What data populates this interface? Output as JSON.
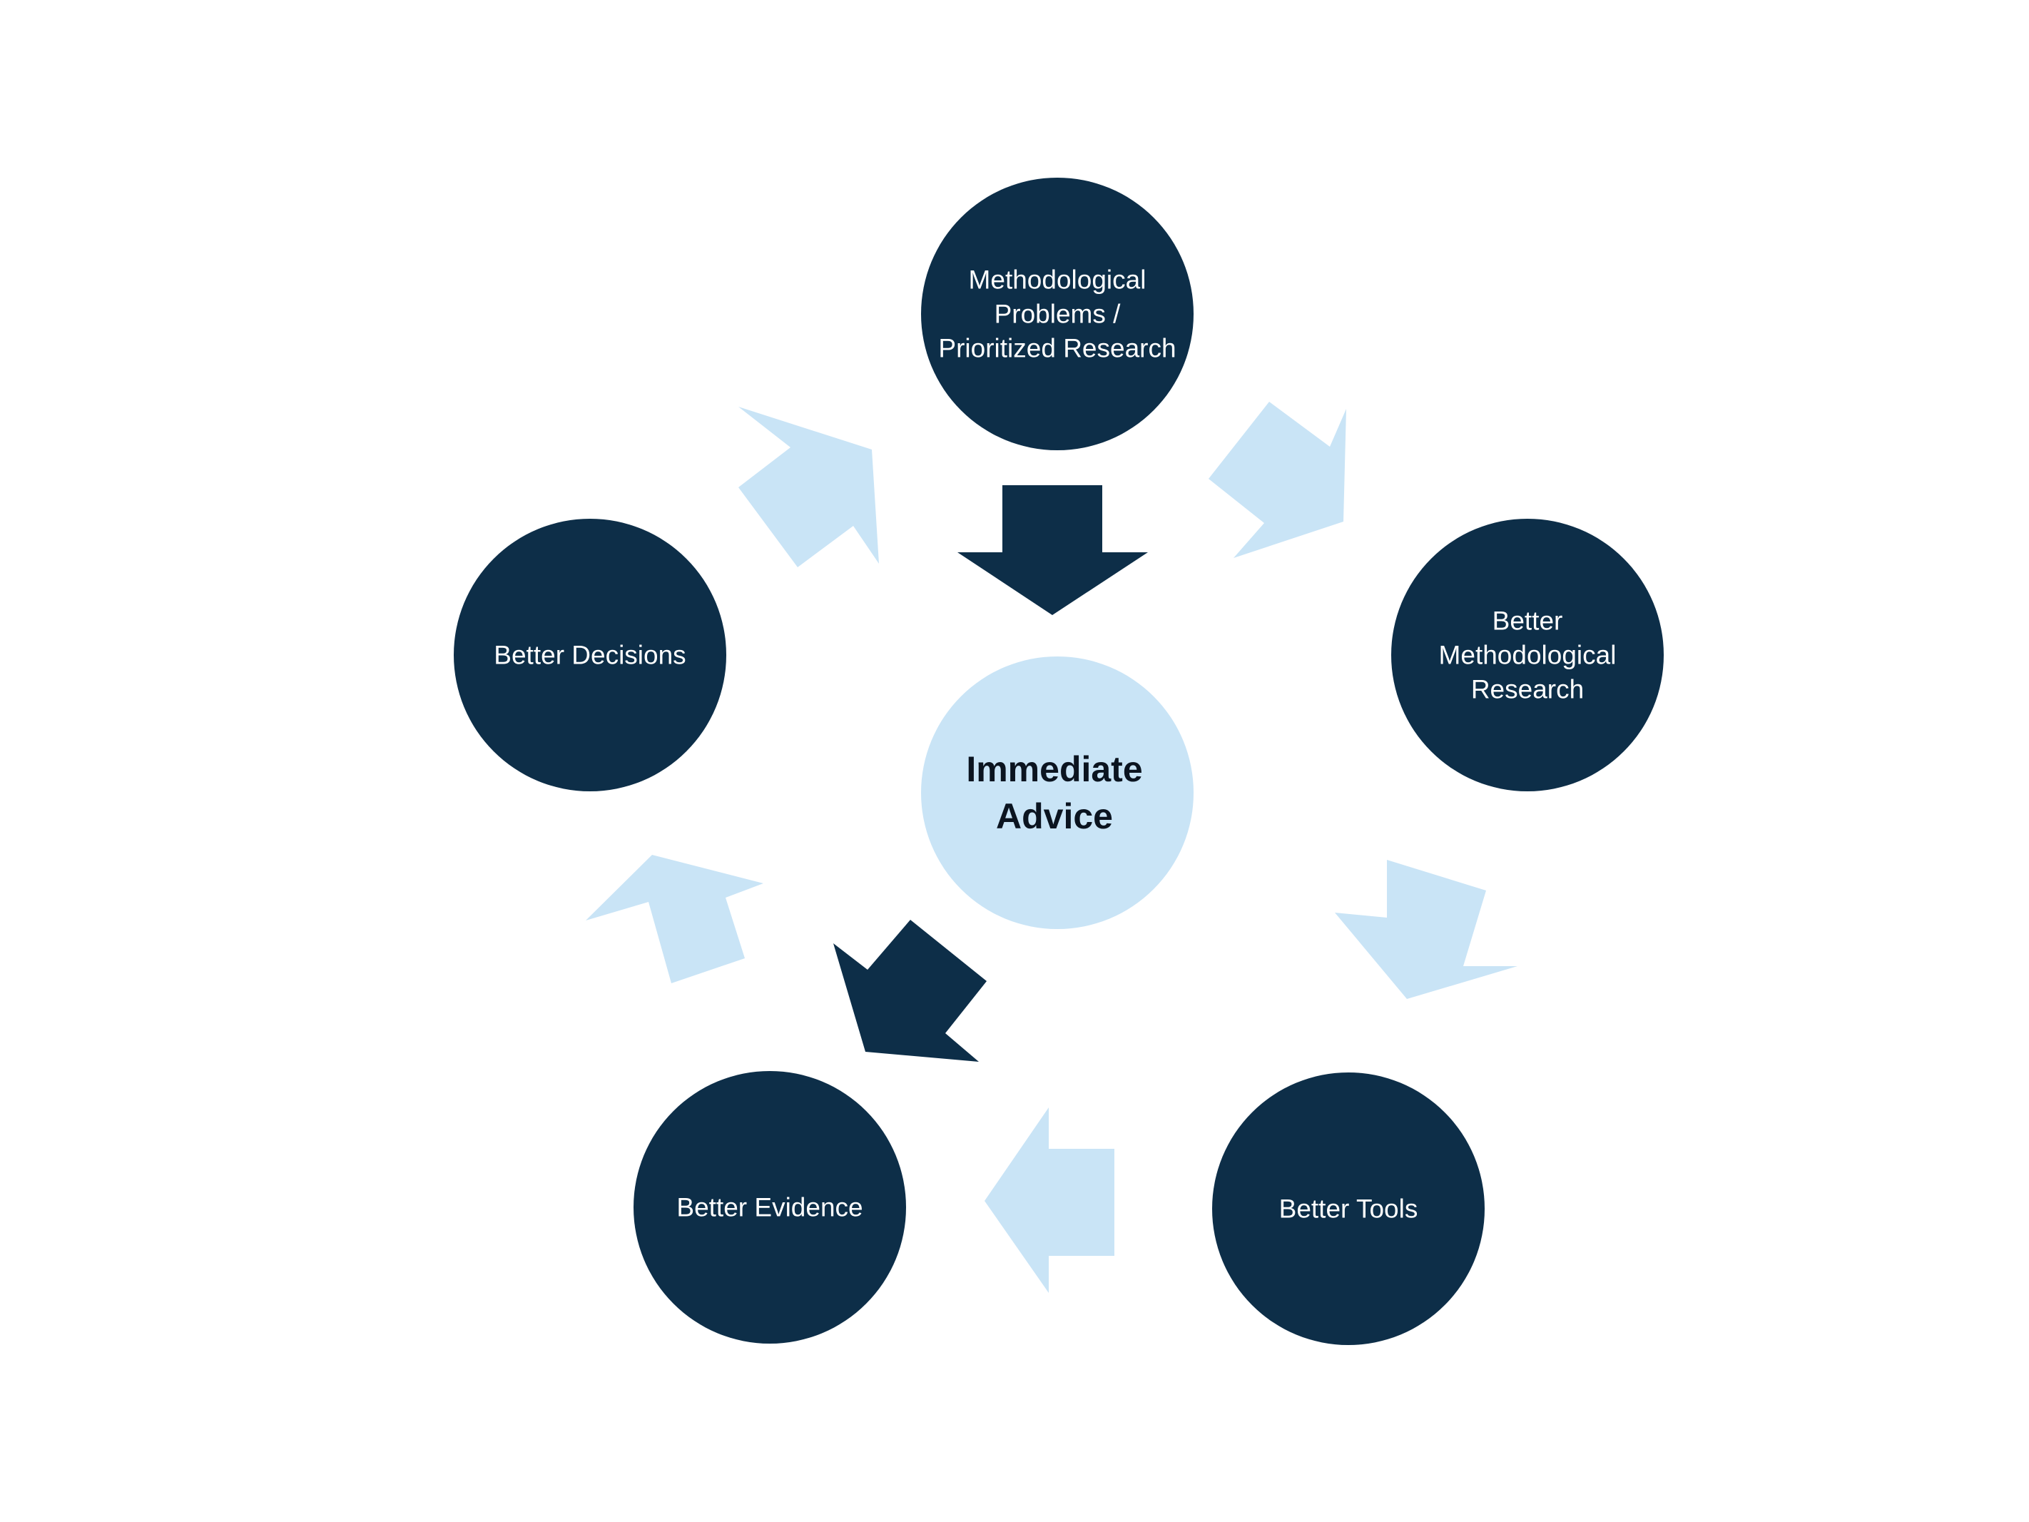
{
  "colors": {
    "dark_node": "#0d2e48",
    "light_node": "#c9e4f6",
    "dark_arrow": "#0d2e48",
    "light_arrow": "#c9e4f6",
    "node_text": "#ffffff",
    "center_text": "#0b1420",
    "background": "#ffffff"
  },
  "center": {
    "lines": [
      "Immediate",
      "Advice"
    ]
  },
  "nodes": [
    {
      "id": "methodological-problems",
      "lines": [
        "Methodological",
        "Problems /",
        "Prioritized Research"
      ]
    },
    {
      "id": "better-methodological-research",
      "lines": [
        "Better",
        "Methodological",
        "Research"
      ]
    },
    {
      "id": "better-tools",
      "lines": [
        "Better Tools"
      ]
    },
    {
      "id": "better-evidence",
      "lines": [
        "Better Evidence"
      ]
    },
    {
      "id": "better-decisions",
      "lines": [
        "Better Decisions"
      ]
    }
  ]
}
